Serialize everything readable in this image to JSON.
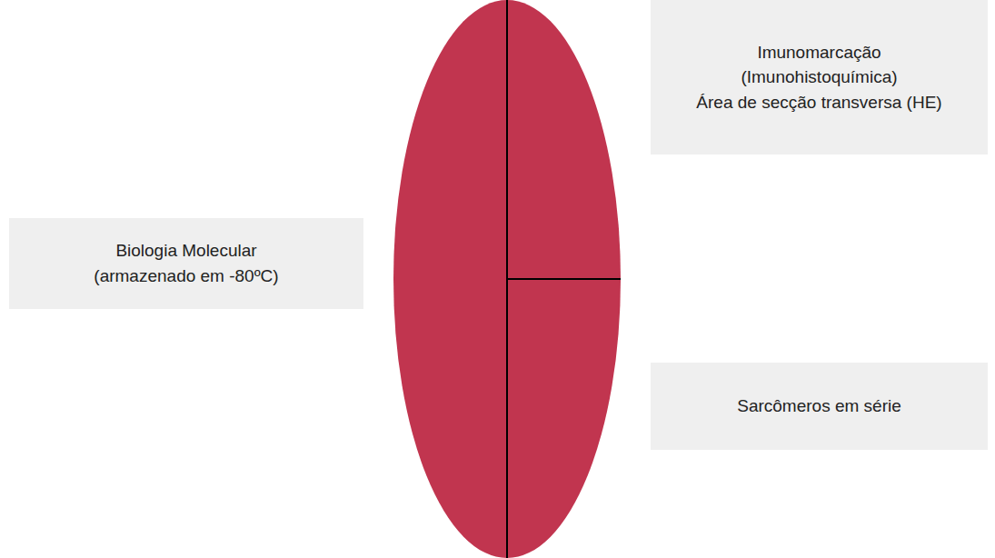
{
  "diagram": {
    "nodes": [
      {
        "text": [
          "Biologia Molecular",
          "(armazenado em -80ºC)"
        ]
      },
      {
        "text": [
          "Imunomarcação",
          "(Imunohistoquímica)",
          "Área de secção transversa (HE)"
        ]
      },
      {
        "text": [
          "Sarcômeros em série"
        ]
      }
    ]
  }
}
